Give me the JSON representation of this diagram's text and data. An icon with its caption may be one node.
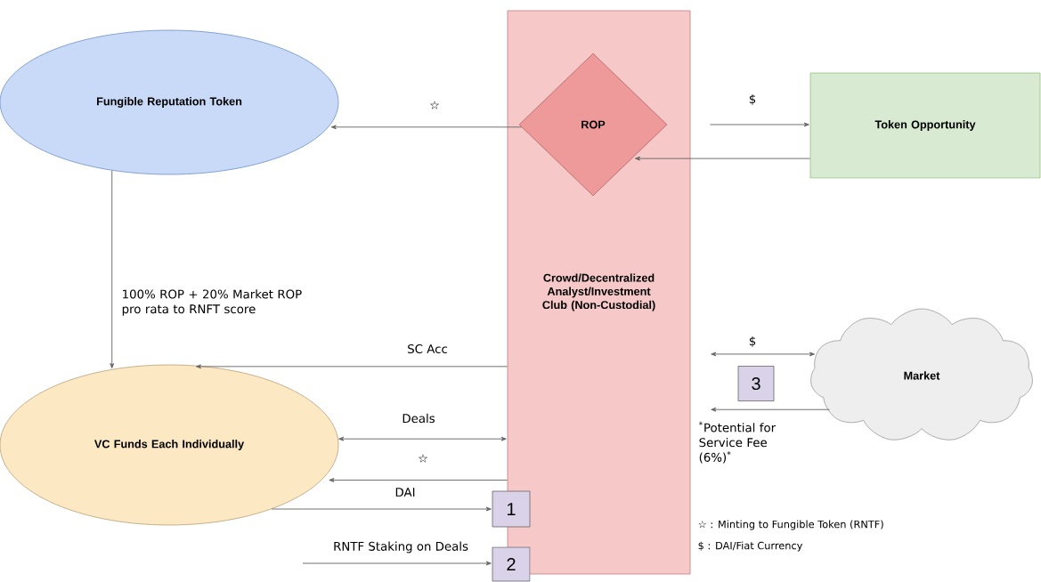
{
  "diagram": {
    "nodes": [
      {
        "text": [
          "Fungible Reputation Token"
        ]
      },
      {
        "text": [
          "Crowd/Decentralized Analyst/Investment Club (Non-Custodial)"
        ]
      },
      {
        "text": [
          "ROP"
        ],
        "in": 1
      },
      {
        "text": [
          "Token Opportunity"
        ]
      },
      {
        "text": [
          "VC Funds Each Individually"
        ]
      },
      {
        "text": [
          "1"
        ]
      },
      {
        "text": [
          "2"
        ]
      },
      {
        "text": [
          "3"
        ]
      },
      {
        "text": [
          "Market"
        ]
      }
    ],
    "edges": [
      {
        "from": 2,
        "to": 0,
        "arrow": "to",
        "label": "☆"
      },
      {
        "from": 2,
        "to": 3,
        "arrow": "to",
        "label": "$"
      },
      {
        "from": 3,
        "to": 2,
        "arrow": "to"
      },
      {
        "from": 0,
        "to": 4,
        "arrow": "to",
        "label": "100% ROP + 20% Market ROP pro rata to RNFT score"
      },
      {
        "from": 1,
        "to": 4,
        "arrow": "to",
        "label": "SC Acc"
      },
      {
        "from": 4,
        "to": 1,
        "arrow": "both",
        "label": "Deals"
      },
      {
        "from": 1,
        "to": 4,
        "arrow": "to",
        "label": "☆"
      },
      {
        "from": 4,
        "to": 5,
        "arrow": "to",
        "label": "DAI"
      },
      {
        "from": null,
        "to": 6,
        "arrow": "to",
        "label": "RNTF Staking on Deals"
      },
      {
        "from": 1,
        "to": 8,
        "arrow": "both",
        "label": "$"
      },
      {
        "from": 8,
        "to": 1,
        "arrow": "to",
        "label": "$^{*}$Potential for Service Fee (6%)$^{*}$"
      }
    ],
    "legend": [
      {
        "text": "☆ : Minting to Fungible Token (RNTF)"
      },
      {
        "text": "$ : DAI/Fiat Currency"
      }
    ]
  }
}
